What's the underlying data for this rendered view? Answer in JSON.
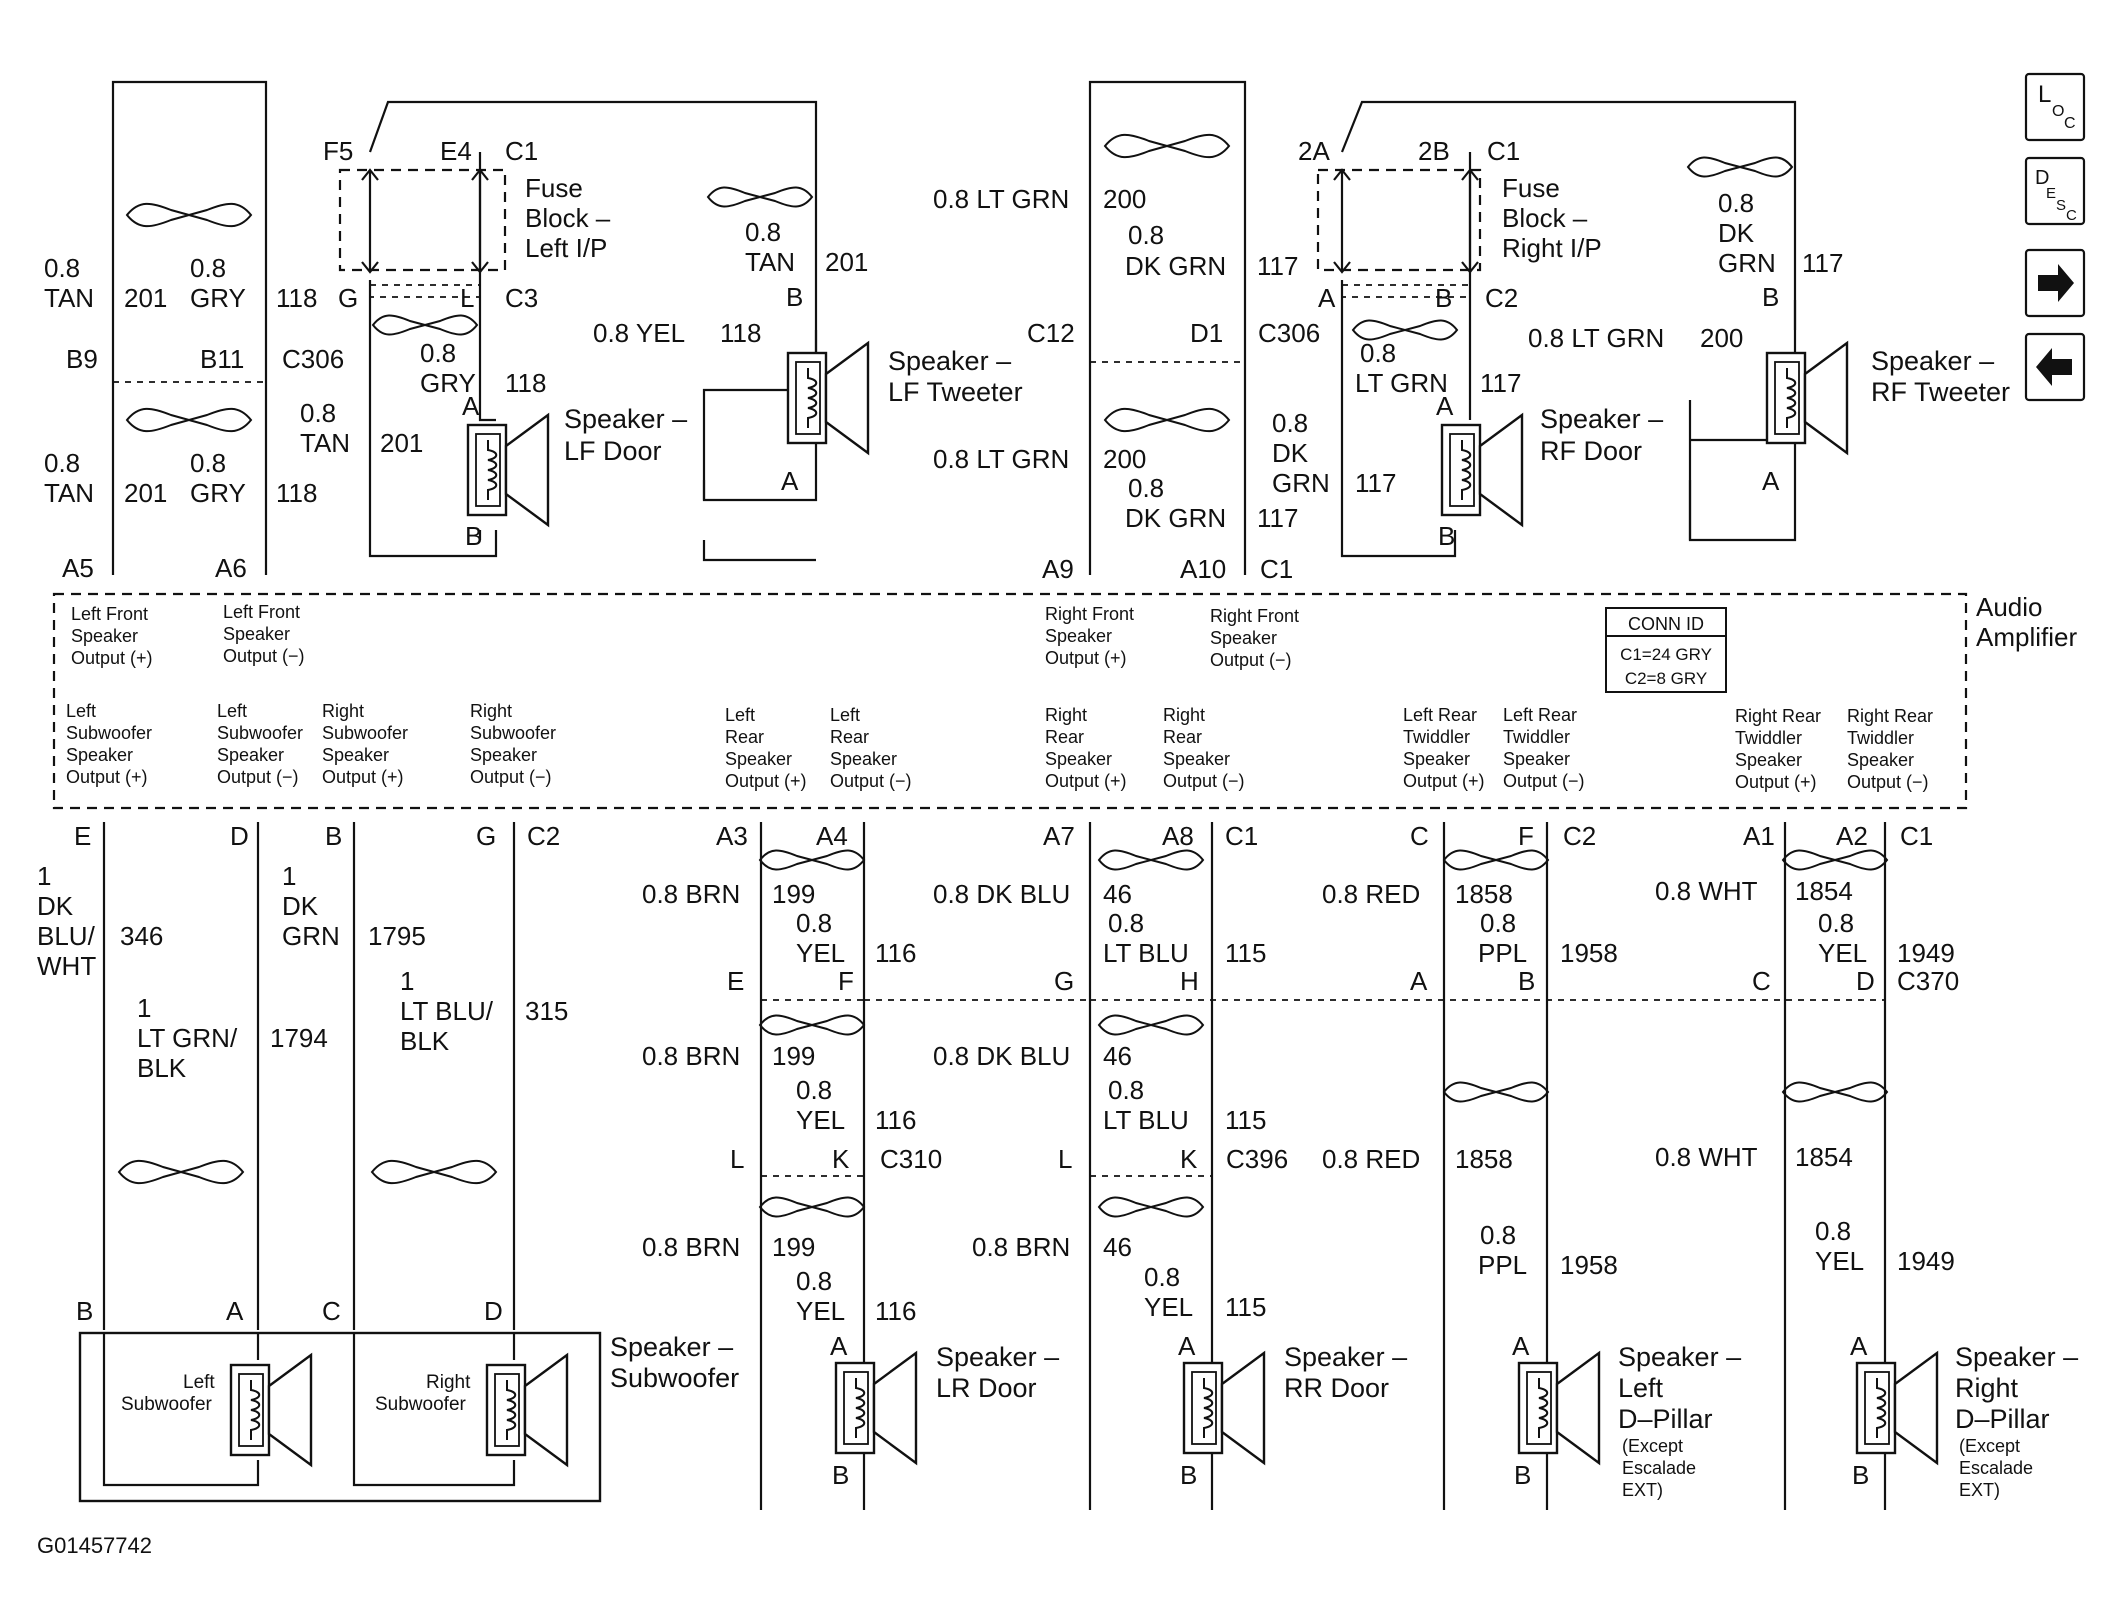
{
  "figure_id": "G01457742",
  "nav": {
    "loc": {
      "main": "L",
      "sub1": "O",
      "sub2": "C"
    },
    "desc": {
      "main": "D",
      "sub1": "E",
      "sub2": "S",
      "sub3": "C"
    },
    "next_icon": "arrow-right-icon",
    "prev_icon": "arrow-left-icon"
  },
  "amplifier": {
    "label_l1": "Audio",
    "label_l2": "Amplifier",
    "conn_title": "CONN ID",
    "conn_c1": "C1=24 GRY",
    "conn_c2": "C2=8 GRY",
    "upper_outputs": [
      {
        "l1": "Left Front",
        "l2": "Speaker",
        "l3": "Output (+)"
      },
      {
        "l1": "Left Front",
        "l2": "Speaker",
        "l3": "Output (−)"
      },
      {
        "l1": "Right Front",
        "l2": "Speaker",
        "l3": "Output (+)"
      },
      {
        "l1": "Right Front",
        "l2": "Speaker",
        "l3": "Output (−)"
      }
    ],
    "lower_outputs": [
      {
        "l1": "Left",
        "l2": "Subwoofer",
        "l3": "Speaker",
        "l4": "Output (+)"
      },
      {
        "l1": "Left",
        "l2": "Subwoofer",
        "l3": "Speaker",
        "l4": "Output (−)"
      },
      {
        "l1": "Right",
        "l2": "Subwoofer",
        "l3": "Speaker",
        "l4": "Output (+)"
      },
      {
        "l1": "Right",
        "l2": "Subwoofer",
        "l3": "Speaker",
        "l4": "Output (−)"
      },
      {
        "l1": "Left",
        "l2": "Rear",
        "l3": "Speaker",
        "l4": "Output (+)"
      },
      {
        "l1": "Left",
        "l2": "Rear",
        "l3": "Speaker",
        "l4": "Output (−)"
      },
      {
        "l1": "Right",
        "l2": "Rear",
        "l3": "Speaker",
        "l4": "Output (+)"
      },
      {
        "l1": "Right",
        "l2": "Rear",
        "l3": "Speaker",
        "l4": "Output (−)"
      },
      {
        "l1": "Left Rear",
        "l2": "Twiddler",
        "l3": "Speaker",
        "l4": "Output (+)"
      },
      {
        "l1": "Left Rear",
        "l2": "Twiddler",
        "l3": "Speaker",
        "l4": "Output (−)"
      },
      {
        "l1": "Right Rear",
        "l2": "Twiddler",
        "l3": "Speaker",
        "l4": "Output (+)"
      },
      {
        "l1": "Right Rear",
        "l2": "Twiddler",
        "l3": "Speaker",
        "l4": "Output (−)"
      }
    ]
  },
  "left_front": {
    "fuse_l1": "Fuse",
    "fuse_l2": "Block –",
    "fuse_l3": "Left I/P",
    "pins": {
      "f5": "F5",
      "e4": "E4",
      "c1": "C1",
      "g": "G",
      "l": "L",
      "c3": "C3",
      "b9": "B9",
      "b11": "B11",
      "c306": "C306",
      "a5": "A5",
      "a6": "A6"
    },
    "w1_size": "0.8",
    "w1_color": "TAN",
    "w1_circuit": "201",
    "w2_size": "0.8",
    "w2_color": "GRY",
    "w2_circuit": "118",
    "w3_size": "0.8",
    "w3_color": "TAN",
    "w3_circuit": "201",
    "w4_size": "0.8",
    "w4_color": "GRY",
    "w4_circuit": "118",
    "door_gry_size": "0.8",
    "door_gry_color": "GRY",
    "door_gry_circuit": "118",
    "door_tan_size": "0.8",
    "door_tan_color": "TAN",
    "door_tan_circuit": "201",
    "tw_tan_size": "0.8",
    "tw_tan_color": "TAN",
    "tw_tan_circuit": "201",
    "tw_yel": "0.8 YEL",
    "tw_yel_circuit": "118",
    "door_speaker_l1": "Speaker –",
    "door_speaker_l2": "LF Door",
    "tweeter_l1": "Speaker –",
    "tweeter_l2": "LF Tweeter",
    "pin_a": "A",
    "pin_b": "B"
  },
  "right_front": {
    "fuse_l1": "Fuse",
    "fuse_l2": "Block –",
    "fuse_l3": "Right I/P",
    "pins": {
      "p2a": "2A",
      "p2b": "2B",
      "c1": "C1",
      "a": "A",
      "b": "B",
      "c2": "C2",
      "c12": "C12",
      "d1": "D1",
      "c306": "C306",
      "a9": "A9",
      "a10": "A10",
      "c1b": "C1"
    },
    "w_ltgrn_top": "0.8 LT GRN",
    "w_ltgrn_top_circuit": "200",
    "w_dkgrn_top_size": "0.8",
    "w_dkgrn_top_color": "DK GRN",
    "w_dkgrn_top_circuit": "117",
    "w_ltgrn_mid": "0.8 LT GRN",
    "w_ltgrn_mid_circuit": "200",
    "w_dkgrn_mid_size": "0.8",
    "w_dkgrn_mid_color": "DK GRN",
    "w_dkgrn_mid_circuit": "117",
    "w_dk_size": "0.8",
    "w_dk_c1": "DK",
    "w_dk_c2": "GRN",
    "w_dk_circuit": "117",
    "door_ltgrn_size": "0.8",
    "door_ltgrn_color": "LT GRN",
    "door_ltgrn_circuit": "117",
    "tw_dkgrn_size": "0.8",
    "tw_dkgrn_c1": "DK",
    "tw_dkgrn_c2": "GRN",
    "tw_dkgrn_circuit": "117",
    "tw_ltgrn": "0.8 LT GRN",
    "tw_ltgrn_circuit": "200",
    "door_speaker_l1": "Speaker –",
    "door_speaker_l2": "RF Door",
    "tweeter_l1": "Speaker –",
    "tweeter_l2": "RF Tweeter",
    "pin_a": "A",
    "pin_b": "B"
  },
  "subwoofer": {
    "pins": {
      "e": "E",
      "d": "D",
      "b": "B",
      "g": "G",
      "c2": "C2",
      "bb": "B",
      "ab": "A",
      "cb": "C",
      "db": "D"
    },
    "w1_size": "1",
    "w1_c1": "DK",
    "w1_c2": "BLU/",
    "w1_c3": "WHT",
    "w1_circuit": "346",
    "w2_size": "1",
    "w2_c1": "DK",
    "w2_c2": "GRN",
    "w2_circuit": "1795",
    "w3_size": "1",
    "w3_c1": "LT GRN/",
    "w3_c2": "BLK",
    "w3_circuit": "1794",
    "w4_size": "1",
    "w4_c1": "LT BLU/",
    "w4_c2": "BLK",
    "w4_circuit": "315",
    "left_label_l1": "Left",
    "left_label_l2": "Subwoofer",
    "right_label_l1": "Right",
    "right_label_l2": "Subwoofer",
    "speaker_l1": "Speaker –",
    "speaker_l2": "Subwoofer"
  },
  "lr": {
    "pins": {
      "a3": "A3",
      "a4": "A4",
      "e": "E",
      "f": "F",
      "l": "L",
      "k": "K",
      "c310": "C310",
      "a": "A",
      "b": "B"
    },
    "brn1": "0.8 BRN",
    "brn1_circuit": "199",
    "yel1_size": "0.8",
    "yel1_color": "YEL",
    "yel1_circuit": "116",
    "brn2": "0.8 BRN",
    "brn2_circuit": "199",
    "yel2_size": "0.8",
    "yel2_color": "YEL",
    "yel2_circuit": "116",
    "brn3": "0.8 BRN",
    "brn3_circuit": "199",
    "yel3_size": "0.8",
    "yel3_color": "YEL",
    "yel3_circuit": "116",
    "speaker_l1": "Speaker –",
    "speaker_l2": "LR Door"
  },
  "rr": {
    "pins": {
      "a7": "A7",
      "a8": "A8",
      "c1": "C1",
      "g": "G",
      "h": "H",
      "l": "L",
      "k": "K",
      "c396": "C396",
      "a": "A",
      "b": "B"
    },
    "blu1": "0.8 DK BLU",
    "blu1_circuit": "46",
    "lt1_size": "0.8",
    "lt1_color": "LT BLU",
    "lt1_circuit": "115",
    "blu2": "0.8 DK BLU",
    "blu2_circuit": "46",
    "lt2_size": "0.8",
    "lt2_color": "LT BLU",
    "lt2_circuit": "115",
    "brn3": "0.8 BRN",
    "brn3_circuit": "46",
    "yel3_size": "0.8",
    "yel3_color": "YEL",
    "yel3_circuit": "115",
    "speaker_l1": "Speaker –",
    "speaker_l2": "RR Door"
  },
  "ldp": {
    "pins": {
      "c": "C",
      "f": "F",
      "c2": "C2",
      "a": "A",
      "b": "B",
      "sa": "A",
      "sb": "B"
    },
    "red1": "0.8 RED",
    "red1_circuit": "1858",
    "ppl1_size": "0.8",
    "ppl1_color": "PPL",
    "ppl1_circuit": "1958",
    "red2": "0.8 RED",
    "red2_circuit": "1858",
    "ppl2_size": "0.8",
    "ppl2_color": "PPL",
    "ppl2_circuit": "1958",
    "speaker_l1": "Speaker –",
    "speaker_l2": "Left",
    "speaker_l3": "D–Pillar",
    "note_l1": "(Except",
    "note_l2": "Escalade",
    "note_l3": "EXT)"
  },
  "rdp": {
    "pins": {
      "a1": "A1",
      "a2": "A2",
      "c1": "C1",
      "c": "C",
      "d": "D",
      "c370": "C370",
      "sa": "A",
      "sb": "B"
    },
    "wht1": "0.8 WHT",
    "wht1_circuit": "1854",
    "yel1_size": "0.8",
    "yel1_color": "YEL",
    "yel1_circuit": "1949",
    "wht2": "0.8 WHT",
    "wht2_circuit": "1854",
    "yel2_size": "0.8",
    "yel2_color": "YEL",
    "yel2_circuit": "1949",
    "speaker_l1": "Speaker –",
    "speaker_l2": "Right",
    "speaker_l3": "D–Pillar",
    "note_l1": "(Except",
    "note_l2": "Escalade",
    "note_l3": "EXT)"
  }
}
